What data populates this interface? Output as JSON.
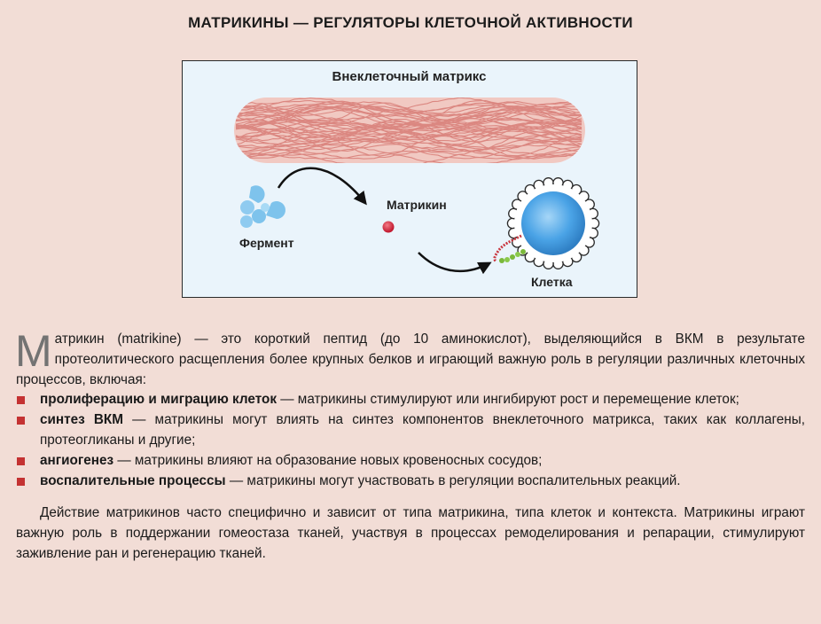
{
  "title": "МАТРИКИНЫ — РЕГУЛЯТОРЫ КЛЕТОЧНОЙ АКТИВНОСТИ",
  "diagram": {
    "matrix_label": "Внеклеточный матрикс",
    "enzyme_label": "Фермент",
    "matrikin_label": "Матрикин",
    "cell_label": "Клетка",
    "colors": {
      "panel_bg": "#eaf4fb",
      "matrix_fiber": "#d9807a",
      "enzyme": "#7ec3ec",
      "matrikin": "#d4203a",
      "cell": "#4aa3e6",
      "receptor": "#7ab93a"
    }
  },
  "intro": {
    "dropcap": "М",
    "text": "атрикин (matrikine) — это короткий пептид (до 10 аминокислот), выделяющийся в ВКМ в результате протеолитического расщепления более крупных белков и играющий важную роль в регуляции различных клеточных процессов, включая:"
  },
  "bullets": [
    {
      "term": "пролиферацию и миграцию клеток",
      "text": " — матрикины стимулируют или ингибируют рост и перемещение клеток;"
    },
    {
      "term": "синтез ВКМ",
      "text": " — матрикины могут влиять на синтез компонентов внеклеточного матрикса, таких как коллагены, протеогликаны и другие;"
    },
    {
      "term": "ангиогенез",
      "text": " — матрикины влияют на образование новых кровеносных сосудов;"
    },
    {
      "term": "воспалительные процессы",
      "text": " — матрикины могут участвовать в регуляции воспалительных реакций."
    }
  ],
  "outro": "Действие матрикинов часто специфично и зависит от типа матрикина, типа клеток и контекста. Матрикины играют важную роль в поддержании гомеостаза тканей, участвуя в процессах ремоделирования и репарации, стимулируют заживление ран и регенерацию тканей."
}
